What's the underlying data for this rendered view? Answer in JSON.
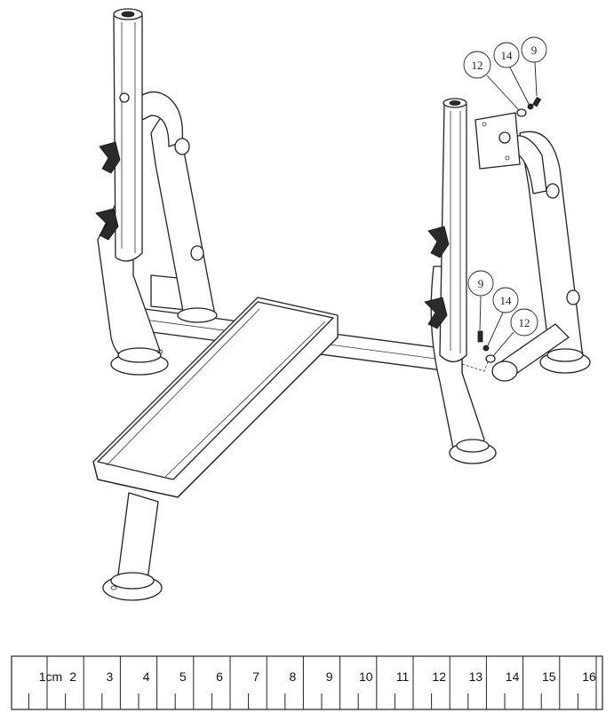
{
  "callouts": [
    {
      "id": "top-12",
      "label": "12"
    },
    {
      "id": "top-14",
      "label": "14"
    },
    {
      "id": "top-9",
      "label": "9"
    },
    {
      "id": "bottom-9",
      "label": "9"
    },
    {
      "id": "bottom-14",
      "label": "14"
    },
    {
      "id": "bottom-12",
      "label": "12"
    }
  ],
  "ruler": {
    "labels": [
      "1cm",
      "2",
      "3",
      "4",
      "5",
      "6",
      "7",
      "8",
      "9",
      "10",
      "11",
      "12",
      "13",
      "14",
      "15",
      "16"
    ]
  }
}
